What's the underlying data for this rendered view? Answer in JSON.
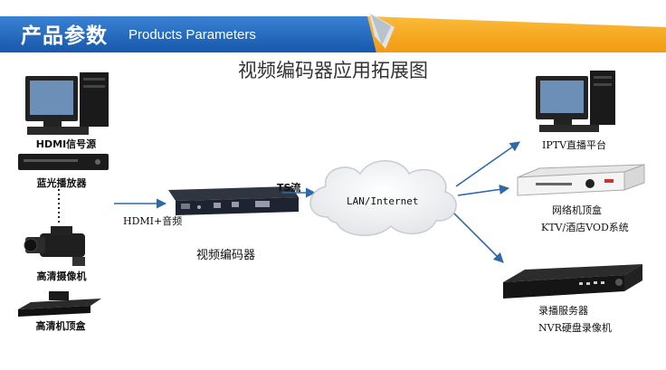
{
  "header": {
    "title_cn": "产品参数",
    "title_en": "Products Parameters"
  },
  "diagram": {
    "title": "视频编码器应用拓展图",
    "sources": [
      {
        "label": "HDMI信号源"
      },
      {
        "label": "蓝光播放器"
      },
      {
        "label": "高清摄像机"
      },
      {
        "label": "高清机顶盒"
      }
    ],
    "link_input_label": "HDMI+音频",
    "encoder_label": "视频编码器",
    "stream_label": "TS流",
    "network_label": "LAN/Internet",
    "outputs": [
      {
        "label": "IPTV直播平台"
      },
      {
        "label": "网络机顶盒",
        "sublabel": "KTV/酒店VOD系统"
      },
      {
        "label": "录播服务器",
        "sublabel": "NVR硬盘录像机"
      }
    ]
  },
  "colors": {
    "banner_blue": "#1f63b8",
    "banner_orange": "#f5a21a",
    "arrow_blue": "#2f6aa6",
    "cloud": "#e9ebee"
  }
}
